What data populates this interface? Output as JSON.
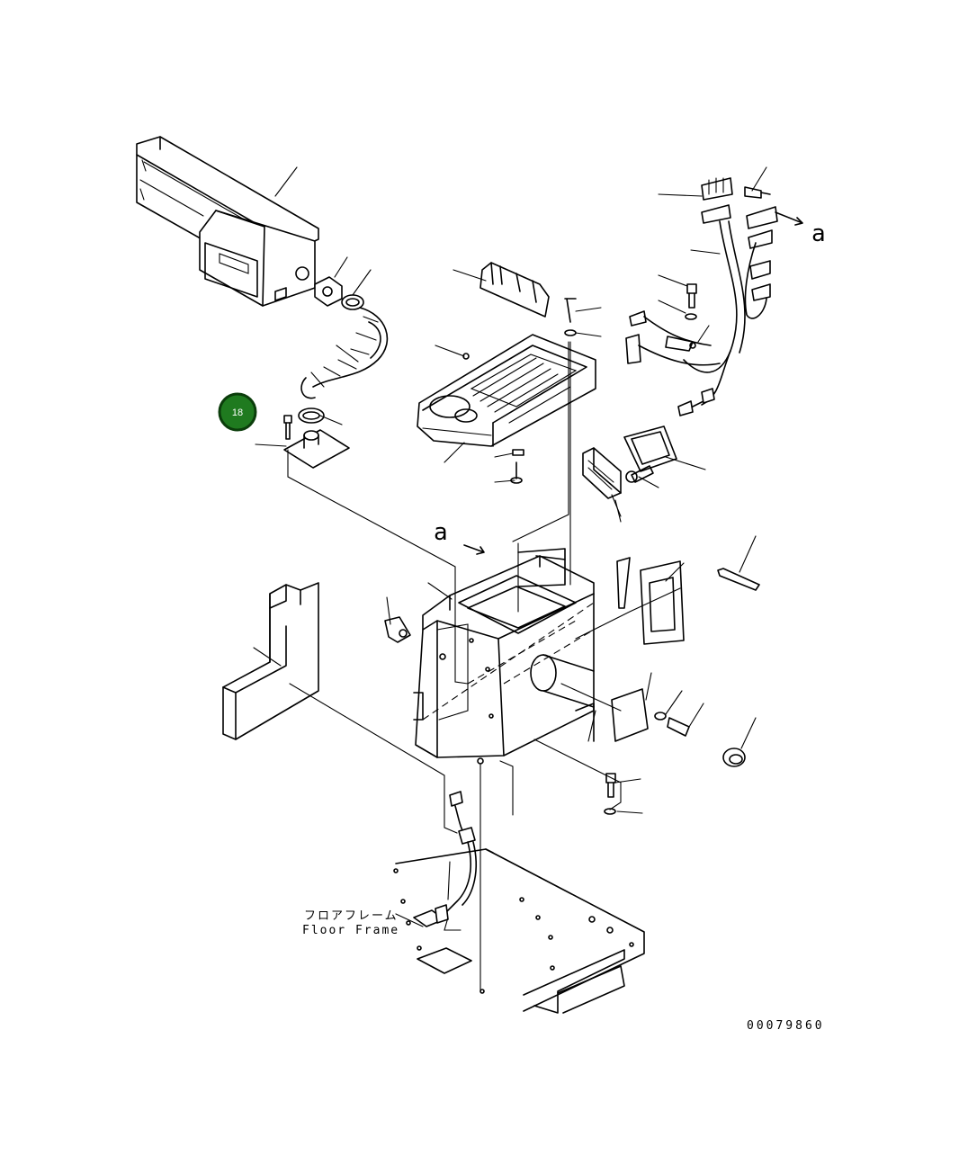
{
  "callout": {
    "label": "18",
    "color": "#1f7a1f",
    "ring": "#0b3d0b"
  },
  "labels": {
    "floor_frame_jp": "フロアフレーム",
    "floor_frame_en": "Floor Frame",
    "ref_a_right": "a",
    "ref_a_center": "a",
    "drawing_number": "00079860"
  }
}
